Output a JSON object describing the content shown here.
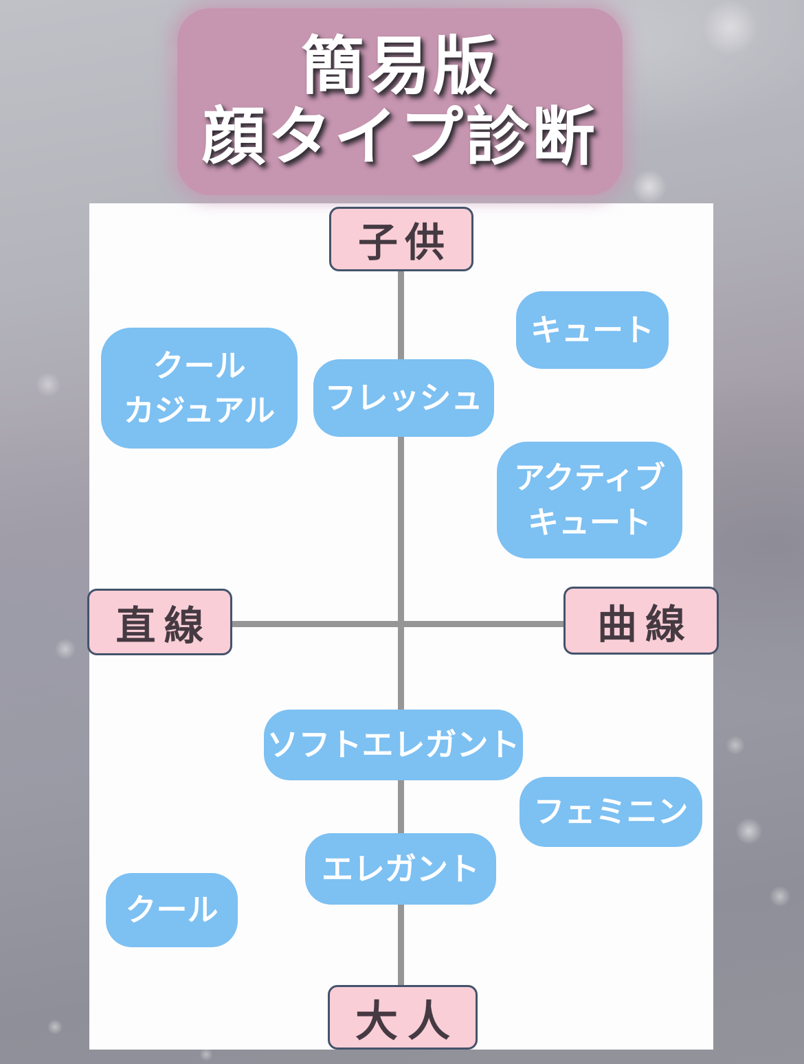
{
  "title": {
    "line1": "簡易版",
    "line2": "顔タイプ診断"
  },
  "diagram": {
    "axis_labels": {
      "top": "子供",
      "bottom": "大人",
      "left": "直線",
      "right": "曲線"
    },
    "face_types": [
      {
        "id": "cool-casual",
        "quadrant": "child-straight",
        "lines": [
          "クール",
          "カジュアル"
        ]
      },
      {
        "id": "fresh",
        "quadrant": "child-center",
        "lines": [
          "フレッシュ"
        ]
      },
      {
        "id": "cute",
        "quadrant": "child-curve",
        "lines": [
          "キュート"
        ]
      },
      {
        "id": "active-cute",
        "quadrant": "child-curve",
        "lines": [
          "アクティブ",
          "キュート"
        ]
      },
      {
        "id": "soft-elegant",
        "quadrant": "adult-center",
        "lines": [
          "ソフトエレガント"
        ]
      },
      {
        "id": "feminine",
        "quadrant": "adult-curve",
        "lines": [
          "フェミニン"
        ]
      },
      {
        "id": "elegant",
        "quadrant": "adult-center",
        "lines": [
          "エレガント"
        ]
      },
      {
        "id": "cool",
        "quadrant": "adult-straight",
        "lines": [
          "クール"
        ]
      }
    ],
    "colors": {
      "type_box_bg": "#7dc0f2",
      "type_box_text": "#ffffff",
      "axis_box_bg": "#f9ced7",
      "axis_box_border": "#44536a",
      "axis_box_text": "#463a42",
      "axis_line": "#969696",
      "title_banner_bg": "#c695b0",
      "title_text": "#ffffff",
      "panel_bg": "#fdfdfe"
    }
  }
}
